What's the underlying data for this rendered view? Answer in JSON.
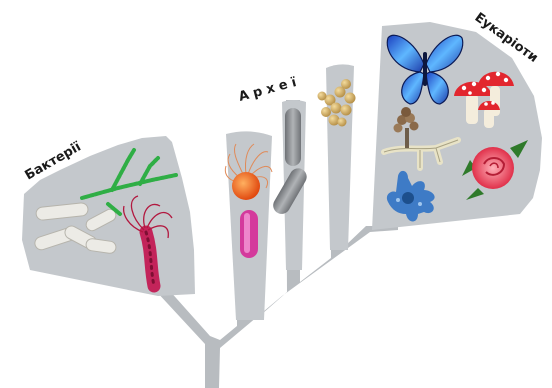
{
  "tree": {
    "domains": {
      "bacteria": {
        "label": "Бактерії"
      },
      "archaea": {
        "label": "А р х е ї"
      },
      "eukaryotes": {
        "label": "Еукаріоти"
      }
    },
    "colors": {
      "trunk": "#b8bcc0",
      "panel": "#c4c8cc"
    },
    "icons": {
      "bacteria": [
        "rod-bacteria-icon",
        "streptomyces-chain-icon",
        "helicobacter-icon"
      ],
      "archaea": [
        "flagellated-archaeon-icon",
        "rod-archaeon-icon",
        "coccus-cluster-icon"
      ],
      "eukaryotes": [
        "blue-butterfly-icon",
        "toadstool-mushroom-icon",
        "fungal-mold-icon",
        "rose-flower-icon",
        "amoeba-icon"
      ]
    }
  }
}
